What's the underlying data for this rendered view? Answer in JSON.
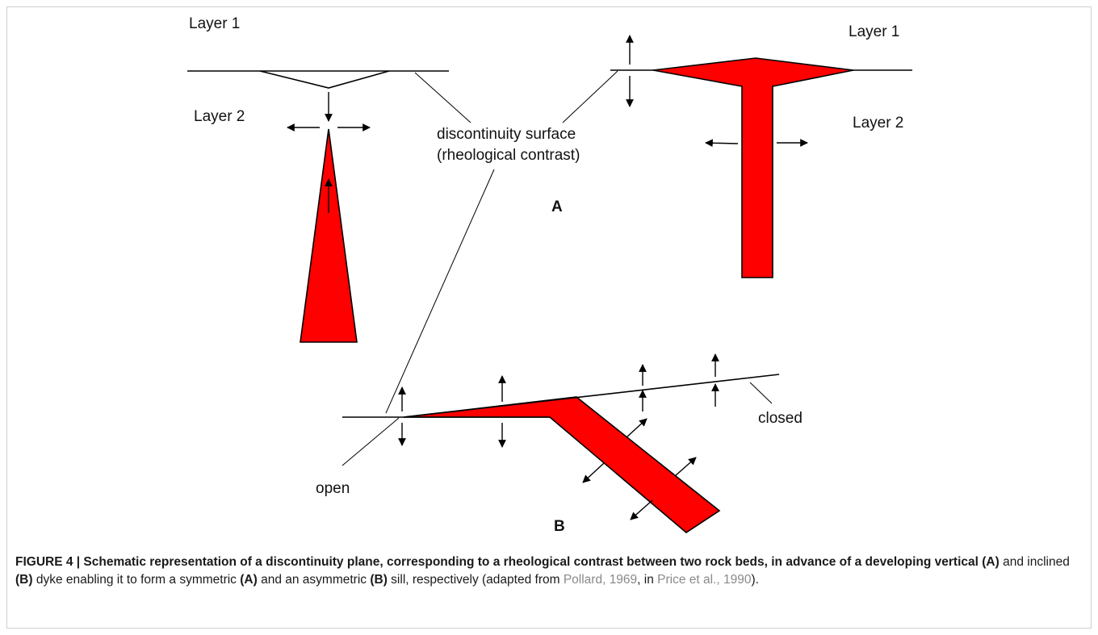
{
  "figure": {
    "labels": {
      "layer1_left": "Layer 1",
      "layer2_left": "Layer 2",
      "layer1_right": "Layer 1",
      "layer2_right": "Layer 2",
      "discontinuity_line1": "discontinuity surface",
      "discontinuity_line2": "(rheological contrast)",
      "panel_a": "A",
      "panel_b": "B",
      "open": "open",
      "closed": "closed"
    },
    "colors": {
      "fill": "#ff0000",
      "stroke": "#000000"
    }
  },
  "caption": {
    "bold_part1": "FIGURE 4 | Schematic representation of a discontinuity plane, corresponding to a rheological contrast between two rock beds, in advance of a developing vertical",
    "a_ref1": "(A)",
    "text1": " and inclined ",
    "b_ref1": "(B)",
    "text2": " dyke enabling it to form a symmetric ",
    "a_ref2": "(A)",
    "text3": " and an asymmetric ",
    "b_ref2": "(B)",
    "text4": " sill, respectively (adapted from ",
    "ref1": "Pollard, 1969",
    "text5": ", in ",
    "ref2": "Price et al., 1990",
    "text6": ")."
  }
}
